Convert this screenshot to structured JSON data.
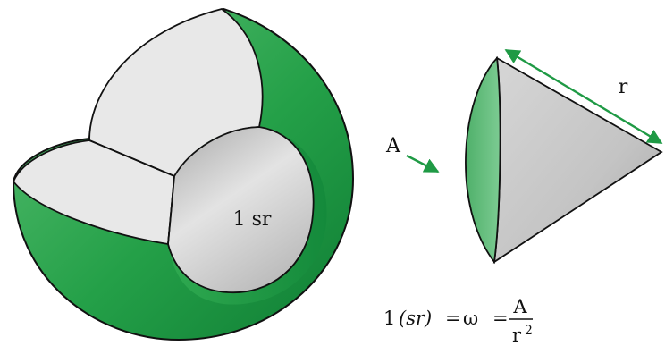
{
  "sphere": {
    "cut_label": "1 sr"
  },
  "cone": {
    "area_label": "A",
    "radius_label": "r"
  },
  "formula": {
    "lhs_one": "1",
    "lhs_unit": "(sr)",
    "eq1": "=",
    "omega": "ω",
    "eq2": "=",
    "numerator": "A",
    "denominator_base": "r",
    "denominator_exp": "2"
  },
  "colors": {
    "green": "#1f9a45",
    "green_light": "#64bd80",
    "grey_face": "#e9e9e9",
    "grey_cone": "#c9c9c9",
    "outline": "#111111"
  }
}
